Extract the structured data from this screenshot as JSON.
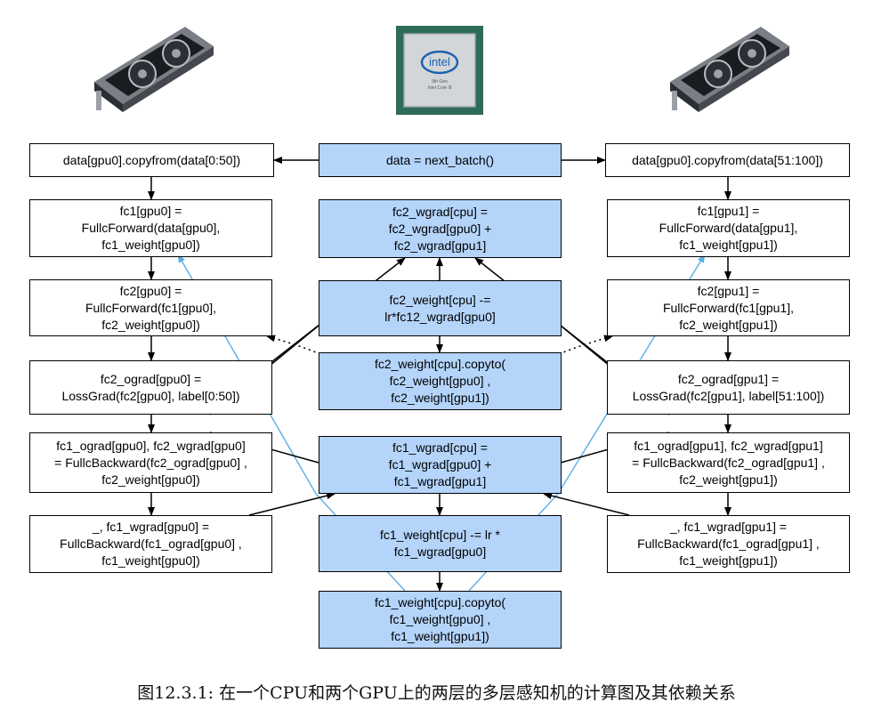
{
  "center": {
    "data": "data = next_batch()",
    "fc2_wgrad_sum": "fc2_wgrad[cpu]  =\nfc2_wgrad[gpu0] +\nfc2_wgrad[gpu1]",
    "fc2_update": "fc2_weight[cpu] -=\nlr*fc12_wgrad[gpu0]",
    "fc2_copyto": "fc2_weight[cpu].copyto(\nfc2_weight[gpu0] ,\nfc2_weight[gpu1])",
    "fc1_wgrad_sum": "fc1_wgrad[cpu]  =\nfc1_wgrad[gpu0] +\nfc1_wgrad[gpu1]",
    "fc1_update": "fc1_weight[cpu] -= lr *\nfc1_wgrad[gpu0]",
    "fc1_copyto": "fc1_weight[cpu].copyto(\nfc1_weight[gpu0] ,\nfc1_weight[gpu1])"
  },
  "gpu0": {
    "copy": "data[gpu0].copyfrom(data[0:50])",
    "fc1_forward": "fc1[gpu0] =\nFullcForward(data[gpu0],\nfc1_weight[gpu0])",
    "fc2_forward": "fc2[gpu0] =\nFullcForward(fc1[gpu0],\nfc2_weight[gpu0])",
    "loss_grad": "fc2_ograd[gpu0] =\nLossGrad(fc2[gpu0], label[0:50])",
    "fc2_backward": "fc1_ograd[gpu0], fc2_wgrad[gpu0]\n= FullcBackward(fc2_ograd[gpu0] ,\nfc2_weight[gpu0])",
    "fc1_backward": "_, fc1_wgrad[gpu0] =\nFullcBackward(fc1_ograd[gpu0] ,\nfc1_weight[gpu0])"
  },
  "gpu1": {
    "copy": "data[gpu0].copyfrom(data[51:100])",
    "fc1_forward": "fc1[gpu1] =\nFullcForward(data[gpu1],\nfc1_weight[gpu1])",
    "fc2_forward": "fc2[gpu1] =\nFullcForward(fc1[gpu1],\nfc2_weight[gpu1])",
    "loss_grad": "fc2_ograd[gpu1] =\nLossGrad(fc2[gpu1], label[51:100])",
    "fc2_backward": "fc1_ograd[gpu1], fc2_wgrad[gpu1]\n= FullcBackward(fc2_ograd[gpu1] ,\nfc2_weight[gpu1])",
    "fc1_backward": "_, fc1_wgrad[gpu1] =\nFullcBackward(fc1_ograd[gpu1] ,\nfc1_weight[gpu1])"
  },
  "cpu_chip": {
    "brand": "intel",
    "line1": "9th Gen",
    "line2": "Intel Core i9"
  },
  "caption": "图12.3.1: 在一个CPU和两个GPU上的两层的多层感知机的计算图及其依赖关系",
  "colors": {
    "center_fill": "#b4d4fa",
    "blue_arrow": "#5aaee6",
    "black_arrow": "#000000"
  }
}
